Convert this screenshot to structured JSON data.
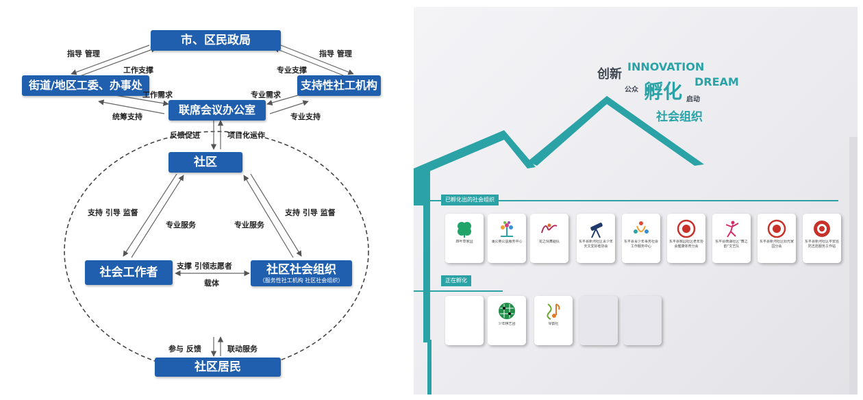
{
  "diagram": {
    "boxes": {
      "bureau": "市、区民政局",
      "street": "街道/地区工委、办事处",
      "support_org": "支持性社工机构",
      "office": "联席会议办公室",
      "community": "社区",
      "social_worker": "社会工作者",
      "community_org": "社区社会组织",
      "community_org_sub": "（服务性社工机构 社区社会组织）",
      "residents": "社区居民"
    },
    "labels": {
      "guide_left": "指导  管理",
      "guide_right": "指导  管理",
      "work_support": "工作支撑",
      "pro_support_top": "专业支撑",
      "work_demand": "工作需求",
      "pro_demand": "专业需求",
      "overall_support": "统筹支持",
      "pro_support_bottom": "专业支持",
      "feedback_promote": "反馈促进",
      "project_operate": "项目化运作",
      "support_guide_left": "支持  引导  监督",
      "support_guide_right": "支持  引导  监督",
      "pro_service_left": "专业服务",
      "pro_service_right": "专业服务",
      "support_volunteer": "支撑  引领志愿者",
      "carrier": "载体",
      "participate_feedback": "参与  反馈",
      "linked_service": "联动服务"
    }
  },
  "photo": {
    "slogan": {
      "chuangxin": "创新",
      "innovation": "INNOVATION",
      "gongzhong": "公众",
      "fuhua": "孵化",
      "qidong": "启动",
      "dream": "DREAM",
      "shehui": "社会组织"
    },
    "sections": {
      "incubated": "已孵化出的社会组织",
      "incubating": "正在孵化"
    },
    "cards_row1": [
      {
        "icon": "clover-logo-icon",
        "caption": "四叶草家园"
      },
      {
        "icon": "tree-logo-icon",
        "caption": "蒲公英公益服务中心"
      },
      {
        "icon": "flower-dance-logo-icon",
        "caption": "花之情舞蹈队"
      },
      {
        "icon": "telescope-logo-icon",
        "caption": "东平县新河社区青少年天文爱好者协会"
      },
      {
        "icon": "people-circle-logo-icon",
        "caption": "东平县青少年事务社会工作服务中心"
      },
      {
        "icon": "seal-logo-icon",
        "caption": "东平县桃园社区老年协会健康体育分会"
      },
      {
        "icon": "dancer-logo-icon",
        "caption": "东平县南湖社区“舞之韵”文艺队"
      },
      {
        "icon": "seal-logo-icon",
        "caption": "东平县新河社区阳光家园分会"
      },
      {
        "icon": "seal-logo-icon",
        "caption": "东平县新河社区平安巡防志愿服务工作站"
      }
    ],
    "cards_row2": [
      {
        "icon": "",
        "caption": ""
      },
      {
        "icon": "chess-logo-icon",
        "caption": "少年棋艺团"
      },
      {
        "icon": "music-note-logo-icon",
        "caption": "琴韵社"
      },
      {
        "icon": "",
        "caption": ""
      },
      {
        "icon": "",
        "caption": ""
      }
    ],
    "colors": {
      "teal": "#2ba3a6",
      "diagram_blue": "#1f5fae"
    }
  }
}
